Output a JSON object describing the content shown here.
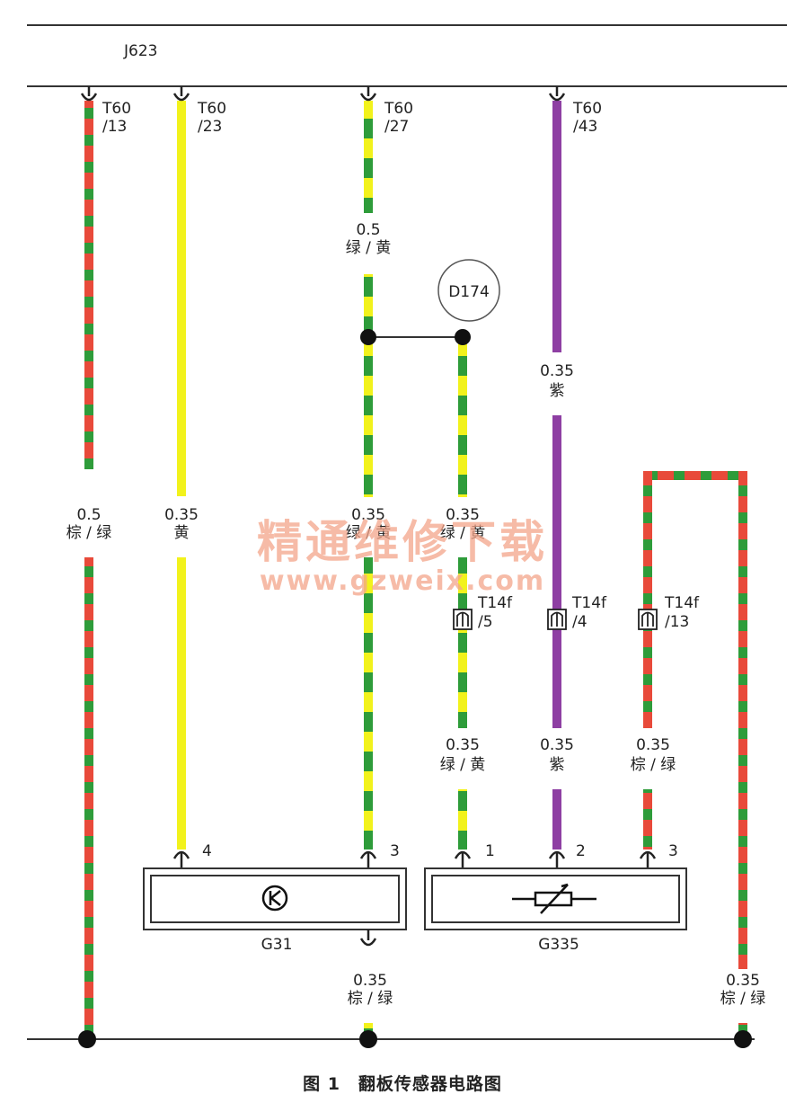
{
  "colors": {
    "green": "#2e9c3a",
    "yellow": "#f2f21c",
    "red": "#e84a3a",
    "purple": "#8e3fa3",
    "line": "#333333",
    "watermark": "#f4a58a"
  },
  "module": {
    "label": "J623"
  },
  "pins": {
    "t60_13": {
      "conn": "T60",
      "pin": "/13"
    },
    "t60_23": {
      "conn": "T60",
      "pin": "/23"
    },
    "t60_27": {
      "conn": "T60",
      "pin": "/27"
    },
    "t60_43": {
      "conn": "T60",
      "pin": "/43"
    }
  },
  "splice": {
    "label": "D174"
  },
  "wires": {
    "w1": {
      "size": "0.5",
      "color": "棕 / 绿"
    },
    "w2": {
      "size": "0.35",
      "color": "黄"
    },
    "w3_top": {
      "size": "0.5",
      "color": "绿 / 黄"
    },
    "w3_mid": {
      "size": "0.35",
      "color": "绿 / 黄"
    },
    "w4_top": {
      "size": "0.35",
      "color": "绿 / 黄"
    },
    "w4_bot": {
      "size": "0.35",
      "color": "绿 / 黄"
    },
    "w5_top": {
      "size": "0.35",
      "color": "紫"
    },
    "w5_bot": {
      "size": "0.35",
      "color": "紫"
    },
    "w6_bot": {
      "size": "0.35",
      "color": "棕 / 绿"
    },
    "w7": {
      "size": "0.35",
      "color": "棕 / 绿"
    },
    "w3_ground": {
      "size": "0.35",
      "color": "棕 / 绿"
    }
  },
  "t14f": {
    "p5": {
      "conn": "T14f",
      "pin": "/5"
    },
    "p4": {
      "conn": "T14f",
      "pin": "/4"
    },
    "p13": {
      "conn": "T14f",
      "pin": "/13"
    }
  },
  "g31": {
    "label": "G31",
    "pin_a": "4",
    "pin_b": "3"
  },
  "g335": {
    "label": "G335",
    "pin_a": "1",
    "pin_b": "2",
    "pin_c": "3"
  },
  "watermark": {
    "cn": "精通维修下载",
    "url": "www.gzweix.com"
  },
  "caption": "图 1　翻板传感器电路图"
}
